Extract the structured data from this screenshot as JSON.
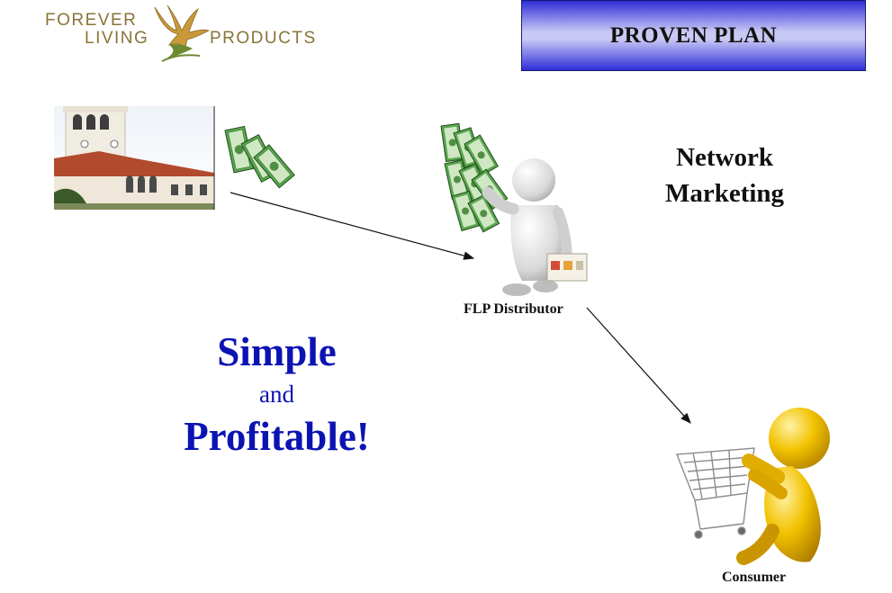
{
  "logo": {
    "line1": "FOREVER",
    "line2": "LIVING",
    "line3": "PRODUCTS"
  },
  "title": "PROVEN PLAN",
  "network_marketing": {
    "line1": "Network",
    "line2": "Marketing"
  },
  "tagline": {
    "simple": "Simple",
    "and": "and",
    "profitable": "Profitable!"
  },
  "labels": {
    "distributor": "FLP Distributor",
    "consumer": "Consumer"
  },
  "colors": {
    "logo_gold": "#8a7338",
    "title_box": "#2e2ed8",
    "tagline_blue": "#0c13b3",
    "money_green": "#3f8f3a",
    "consumer_yellow": "#f2c200"
  },
  "icons": [
    "building-image",
    "money-stack-icon",
    "distributor-figure",
    "consumer-figure",
    "shopping-cart-icon",
    "eagle-logo-icon"
  ]
}
